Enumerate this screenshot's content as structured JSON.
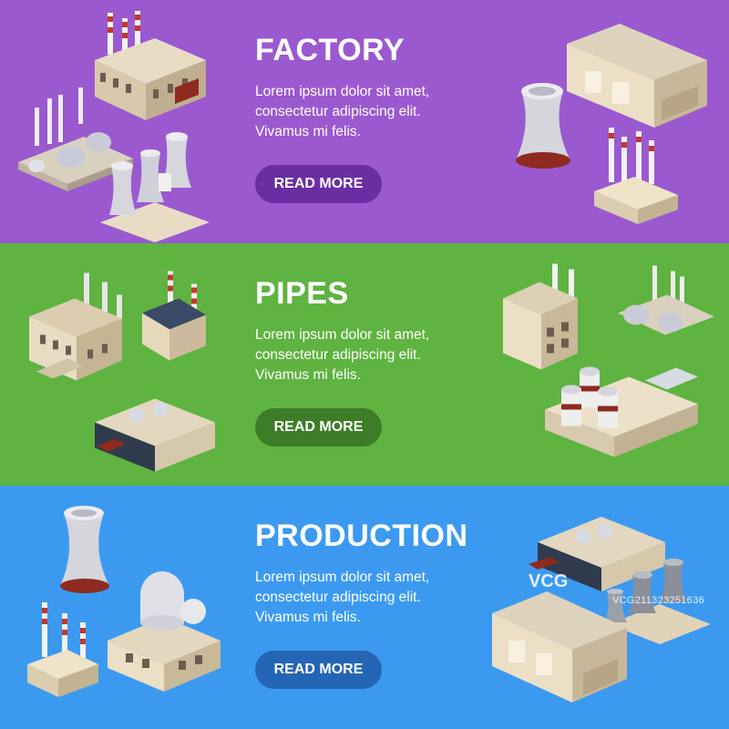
{
  "banners": [
    {
      "title": "FACTORY",
      "text_lines": [
        "Lorem ipsum dolor sit amet,",
        "consectetur adipiscing elit.",
        "Vivamus mi felis."
      ],
      "button_label": "READ MORE",
      "bg_color": "#9b59d0",
      "button_color": "#6a2ea3"
    },
    {
      "title": "PIPES",
      "text_lines": [
        "Lorem ipsum dolor sit amet,",
        "consectetur adipiscing elit.",
        "Vivamus mi felis."
      ],
      "button_label": "READ MORE",
      "bg_color": "#5fb340",
      "button_color": "#3d7d27"
    },
    {
      "title": "PRODUCTION",
      "text_lines": [
        "Lorem ipsum dolor sit amet,",
        "consectetur adipiscing elit.",
        "Vivamus mi felis."
      ],
      "button_label": "READ MORE",
      "bg_color": "#3b9af0",
      "button_color": "#2465b4"
    }
  ],
  "watermark": {
    "logo_text": "VCG",
    "id_text": "VCG211323251636"
  }
}
